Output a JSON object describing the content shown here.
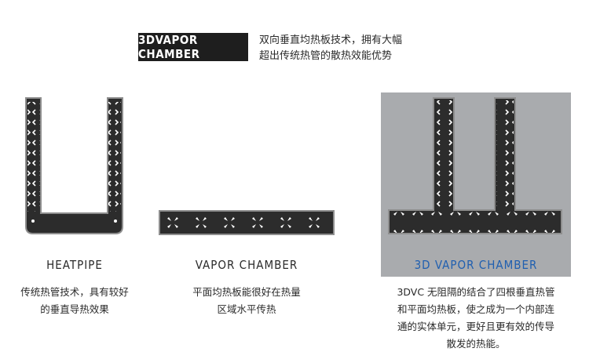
{
  "header": {
    "brand": "3DVAPOR CHAMBER",
    "headline_line1": "双向垂直均热板技术，拥有大幅",
    "headline_line2": "超出传统热管的散热效能优势"
  },
  "columns": [
    {
      "title": "HEATPIPE",
      "desc_line1": "传统热管技术，具有较好",
      "desc_line2": "的垂直导热效果"
    },
    {
      "title": "VAPOR CHAMBER",
      "desc_line1": "平面均热板能很好在热量",
      "desc_line2": "区域水平传热"
    },
    {
      "title": "3D VAPOR CHAMBER",
      "desc_line1": "3DVC 无阻隔的结合了四根垂直热管",
      "desc_line2": "和平面均热板，使之成为一个内部连",
      "desc_line3": "通的实体单元，更好且更有效的传导",
      "desc_line4": "散发的热能。"
    }
  ],
  "colors": {
    "pipe_fill": "#2c2c2c",
    "pipe_border": "#8e8e8e",
    "panel_bg": "#a9abae",
    "accent_title": "#1f5fb0"
  },
  "icons": {
    "heatpipe": "u-shaped-heatpipe-diagram",
    "vapor_chamber": "flat-vapor-chamber-diagram",
    "3d_vapor_chamber": "t-shaped-3d-vapor-chamber-diagram"
  }
}
